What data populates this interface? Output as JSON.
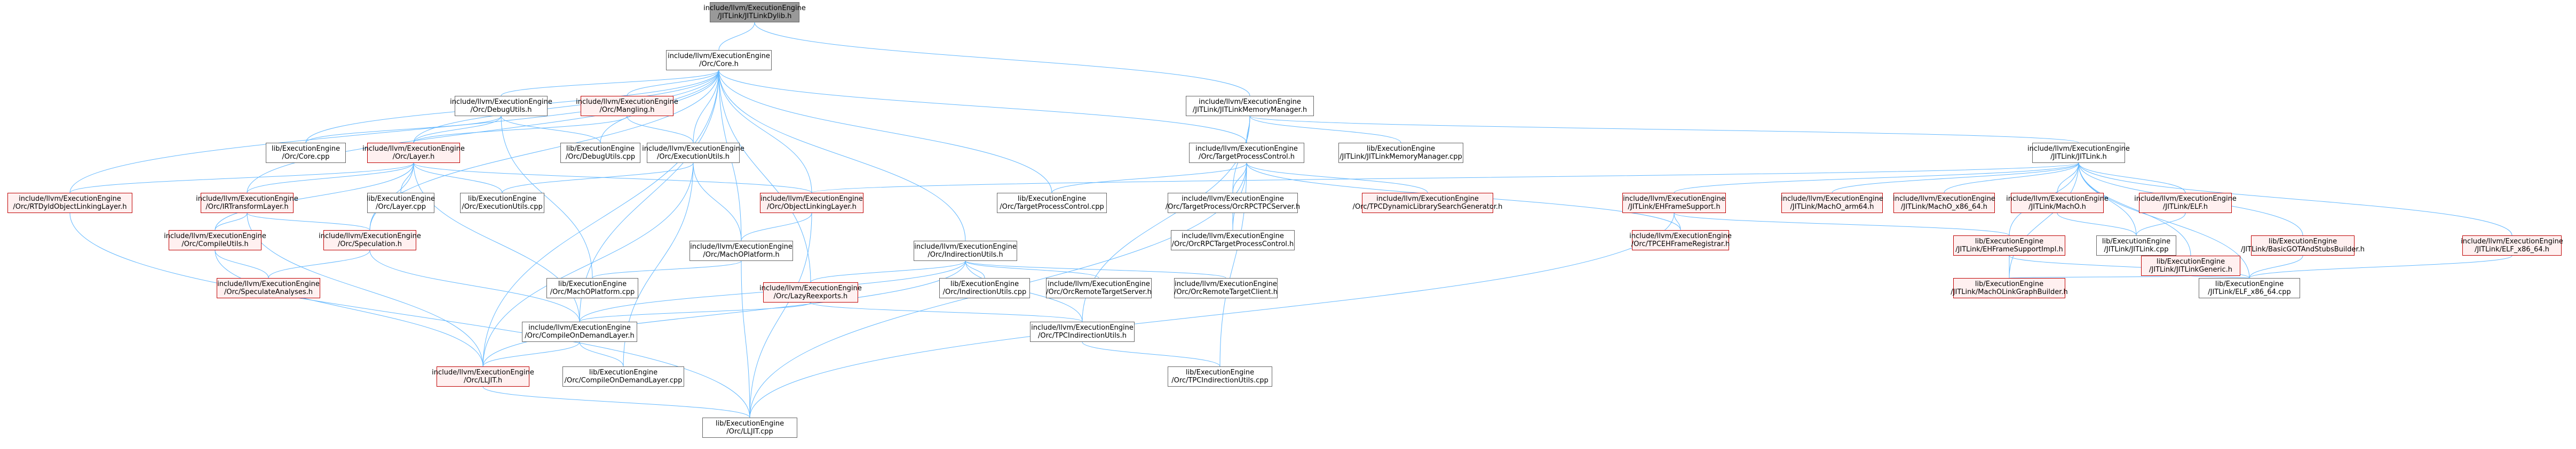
{
  "colors": {
    "edge": "#63b8ff",
    "node_border": "#666666",
    "red_border": "#bf0000",
    "red_fill": "#fff0f0",
    "root_fill": "#999999"
  },
  "nodes": [
    {
      "id": "root",
      "l1": "include/llvm/ExecutionEngine",
      "l2": "/JITLink/JITLinkDylib.h",
      "style": "root"
    },
    {
      "id": "core",
      "l1": "include/llvm/ExecutionEngine",
      "l2": "/Orc/Core.h",
      "style": "plain"
    },
    {
      "id": "jitlinkmm",
      "l1": "include/llvm/ExecutionEngine",
      "l2": "/JITLink/JITLinkMemoryManager.h",
      "style": "plain"
    },
    {
      "id": "debugutils",
      "l1": "include/llvm/ExecutionEngine",
      "l2": "/Orc/DebugUtils.h",
      "style": "plain"
    },
    {
      "id": "mangling",
      "l1": "include/llvm/ExecutionEngine",
      "l2": "/Orc/Mangling.h",
      "style": "red"
    },
    {
      "id": "corecpp",
      "l1": "lib/ExecutionEngine",
      "l2": "/Orc/Core.cpp",
      "style": "plain"
    },
    {
      "id": "debugutilscpp",
      "l1": "lib/ExecutionEngine",
      "l2": "/Orc/DebugUtils.cpp",
      "style": "plain"
    },
    {
      "id": "layer",
      "l1": "include/llvm/ExecutionEngine",
      "l2": "/Orc/Layer.h",
      "style": "red"
    },
    {
      "id": "executionutils",
      "l1": "include/llvm/ExecutionEngine",
      "l2": "/Orc/ExecutionUtils.h",
      "style": "plain"
    },
    {
      "id": "targetprocesscontrol",
      "l1": "include/llvm/ExecutionEngine",
      "l2": "/Orc/TargetProcessControl.h",
      "style": "plain"
    },
    {
      "id": "jitlinkmmcpp",
      "l1": "lib/ExecutionEngine",
      "l2": "/JITLink/JITLinkMemoryManager.cpp",
      "style": "plain"
    },
    {
      "id": "jitlinkh",
      "l1": "include/llvm/ExecutionEngine",
      "l2": "/JITLink/JITLink.h",
      "style": "plain"
    },
    {
      "id": "rtdyld",
      "l1": "include/llvm/ExecutionEngine",
      "l2": "/Orc/RTDyldObjectLinkingLayer.h",
      "style": "red"
    },
    {
      "id": "irtransform",
      "l1": "include/llvm/ExecutionEngine",
      "l2": "/Orc/IRTransformLayer.h",
      "style": "red"
    },
    {
      "id": "compileutils",
      "l1": "include/llvm/ExecutionEngine",
      "l2": "/Orc/CompileUtils.h",
      "style": "red"
    },
    {
      "id": "speculation",
      "l1": "include/llvm/ExecutionEngine",
      "l2": "/Orc/Speculation.h",
      "style": "red"
    },
    {
      "id": "speculateanalyses",
      "l1": "include/llvm/ExecutionEngine",
      "l2": "/Orc/SpeculateAnalyses.h",
      "style": "red"
    },
    {
      "id": "layercpp",
      "l1": "lib/ExecutionEngine",
      "l2": "/Orc/Layer.cpp",
      "style": "plain"
    },
    {
      "id": "executionutilscpp",
      "l1": "lib/ExecutionEngine",
      "l2": "/Orc/ExecutionUtils.cpp",
      "style": "plain"
    },
    {
      "id": "objectlinking",
      "l1": "include/llvm/ExecutionEngine",
      "l2": "/Orc/ObjectLinkingLayer.h",
      "style": "red"
    },
    {
      "id": "targetprocesscontrolcpp",
      "l1": "lib/ExecutionEngine",
      "l2": "/Orc/TargetProcessControl.cpp",
      "style": "plain"
    },
    {
      "id": "orcrpcserver",
      "l1": "include/llvm/ExecutionEngine",
      "l2": "/Orc/TargetProcess/OrcRPCTPCServer.h",
      "style": "plain"
    },
    {
      "id": "orcrpctpc",
      "l1": "include/llvm/ExecutionEngine",
      "l2": "/Orc/OrcRPCTargetProcessControl.h",
      "style": "plain"
    },
    {
      "id": "tpcdylib",
      "l1": "include/llvm/ExecutionEngine",
      "l2": "/Orc/TPCDynamicLibrarySearchGenerator.h",
      "style": "red"
    },
    {
      "id": "tpcehframe",
      "l1": "include/llvm/ExecutionEngine",
      "l2": "/Orc/TPCEHFrameRegistrar.h",
      "style": "red"
    },
    {
      "id": "ehframesupport",
      "l1": "include/llvm/ExecutionEngine",
      "l2": "/JITLink/EHFrameSupport.h",
      "style": "red"
    },
    {
      "id": "macho_arm64",
      "l1": "include/llvm/ExecutionEngine",
      "l2": "/JITLink/MachO_arm64.h",
      "style": "red"
    },
    {
      "id": "macho_x86",
      "l1": "include/llvm/ExecutionEngine",
      "l2": "/JITLink/MachO_x86_64.h",
      "style": "red"
    },
    {
      "id": "macho",
      "l1": "include/llvm/ExecutionEngine",
      "l2": "/JITLink/MachO.h",
      "style": "red"
    },
    {
      "id": "elfh",
      "l1": "include/llvm/ExecutionEngine",
      "l2": "/JITLink/ELF.h",
      "style": "red"
    },
    {
      "id": "elf_x86_h",
      "l1": "include/llvm/ExecutionEngine",
      "l2": "/JITLink/ELF_x86_64.h",
      "style": "red"
    },
    {
      "id": "machoplatform",
      "l1": "include/llvm/ExecutionEngine",
      "l2": "/Orc/MachOPlatform.h",
      "style": "plain"
    },
    {
      "id": "indirection",
      "l1": "include/llvm/ExecutionEngine",
      "l2": "/Orc/IndirectionUtils.h",
      "style": "plain"
    },
    {
      "id": "machoplatformcpp",
      "l1": "lib/ExecutionEngine",
      "l2": "/Orc/MachOPlatform.cpp",
      "style": "plain"
    },
    {
      "id": "lazyreexports",
      "l1": "include/llvm/ExecutionEngine",
      "l2": "/Orc/LazyReexports.h",
      "style": "red"
    },
    {
      "id": "indirectioncpp",
      "l1": "lib/ExecutionEngine",
      "l2": "/Orc/IndirectionUtils.cpp",
      "style": "plain"
    },
    {
      "id": "orcremoteserver",
      "l1": "include/llvm/ExecutionEngine",
      "l2": "/Orc/OrcRemoteTargetServer.h",
      "style": "plain"
    },
    {
      "id": "orcremoteclient",
      "l1": "include/llvm/ExecutionEngine",
      "l2": "/Orc/OrcRemoteTargetClient.h",
      "style": "plain"
    },
    {
      "id": "ehframesupportimpl",
      "l1": "lib/ExecutionEngine",
      "l2": "/JITLink/EHFrameSupportImpl.h",
      "style": "red"
    },
    {
      "id": "jitlinkcpp",
      "l1": "lib/ExecutionEngine",
      "l2": "/JITLink/JITLink.cpp",
      "style": "plain"
    },
    {
      "id": "jitlinkgeneric",
      "l1": "lib/ExecutionEngine",
      "l2": "/JITLink/JITLinkGeneric.h",
      "style": "red"
    },
    {
      "id": "basicgot",
      "l1": "lib/ExecutionEngine",
      "l2": "/JITLink/BasicGOTAndStubsBuilder.h",
      "style": "red"
    },
    {
      "id": "elf_x86_cpp",
      "l1": "lib/ExecutionEngine",
      "l2": "/JITLink/ELF_x86_64.cpp",
      "style": "plain"
    },
    {
      "id": "macholinkgraph",
      "l1": "lib/ExecutionEngine",
      "l2": "/JITLink/MachOLinkGraphBuilder.h",
      "style": "red"
    },
    {
      "id": "compileondemand",
      "l1": "include/llvm/ExecutionEngine",
      "l2": "/Orc/CompileOnDemandLayer.h",
      "style": "plain"
    },
    {
      "id": "tpcindirection",
      "l1": "include/llvm/ExecutionEngine",
      "l2": "/Orc/TPCIndirectionUtils.h",
      "style": "plain"
    },
    {
      "id": "lljit",
      "l1": "include/llvm/ExecutionEngine",
      "l2": "/Orc/LLJIT.h",
      "style": "red"
    },
    {
      "id": "compileondemandcpp",
      "l1": "lib/ExecutionEngine",
      "l2": "/Orc/CompileOnDemandLayer.cpp",
      "style": "plain"
    },
    {
      "id": "tpcindirectioncpp",
      "l1": "lib/ExecutionEngine",
      "l2": "/Orc/TPCIndirectionUtils.cpp",
      "style": "plain"
    },
    {
      "id": "lljitcpp",
      "l1": "lib/ExecutionEngine",
      "l2": "/Orc/LLJIT.cpp",
      "style": "plain"
    }
  ],
  "edges": [
    [
      "root",
      "core"
    ],
    [
      "root",
      "jitlinkmm"
    ],
    [
      "core",
      "debugutils"
    ],
    [
      "core",
      "mangling"
    ],
    [
      "core",
      "corecpp"
    ],
    [
      "core",
      "debugutilscpp"
    ],
    [
      "core",
      "layer"
    ],
    [
      "core",
      "execututils_dummy"
    ],
    [
      "core",
      "execututils"
    ],
    [
      "core",
      "execututils2"
    ],
    [
      "core",
      "executionutils"
    ],
    [
      "core",
      "targetprocesscontrol"
    ],
    [
      "core",
      "rtdyld"
    ],
    [
      "core",
      "irtransform"
    ],
    [
      "core",
      "speculation"
    ],
    [
      "core",
      "objectlinking"
    ],
    [
      "core",
      "machoplatform"
    ],
    [
      "core",
      "indirection"
    ],
    [
      "core",
      "lazyreexports"
    ],
    [
      "core",
      "targetprocesscontrolcpp"
    ],
    [
      "core",
      "compileondemand"
    ],
    [
      "core",
      "lljit"
    ],
    [
      "jitlinkmm",
      "targetprocesscontrol"
    ],
    [
      "jitlinkmm",
      "jitlinkmmcpp"
    ],
    [
      "jitlinkmm",
      "jitlinkh"
    ],
    [
      "jitlinkmm",
      "tpcindirection"
    ],
    [
      "jitlinkmm",
      "orcrpcserver"
    ],
    [
      "debugutils",
      "corecpp"
    ],
    [
      "debugutils",
      "debugutilscpp"
    ],
    [
      "debugutils",
      "layer"
    ],
    [
      "debugutils",
      "machoplatformcpp"
    ],
    [
      "mangling",
      "layer"
    ],
    [
      "mangling",
      "executionutils"
    ],
    [
      "layer",
      "rtdyld"
    ],
    [
      "layer",
      "irtransform"
    ],
    [
      "layer",
      "compileutils"
    ],
    [
      "layer",
      "speculation"
    ],
    [
      "layer",
      "layercpp"
    ],
    [
      "layer",
      "executionutilscpp"
    ],
    [
      "layer",
      "objectlinking"
    ],
    [
      "layer",
      "compileondemand"
    ],
    [
      "execututils",
      "layercpp"
    ],
    [
      "executionutils",
      "executionutilscpp"
    ],
    [
      "executionutils",
      "machoplatform"
    ],
    [
      "executionutils",
      "lljit"
    ],
    [
      "executionutils",
      "compileondemandcpp"
    ],
    [
      "targetprocesscontrol",
      "targetprocesscontrolcpp"
    ],
    [
      "targetprocesscontrol",
      "orcrpcserver"
    ],
    [
      "targetprocesscontrol",
      "orcrpctpc"
    ],
    [
      "targetprocesscontrol",
      "tpcdylib"
    ],
    [
      "targetprocesscontrol",
      "tpcehframe"
    ],
    [
      "targetprocesscontrol",
      "tpcindirectioncpp"
    ],
    [
      "targetprocesscontrol",
      "lljitcpp"
    ],
    [
      "jitlinkh",
      "objectlinking"
    ],
    [
      "jitlinkh",
      "ehframesupport"
    ],
    [
      "jitlinkh",
      "macho_arm64"
    ],
    [
      "jitlinkh",
      "macho_x86"
    ],
    [
      "jitlinkh",
      "macho"
    ],
    [
      "jitlinkh",
      "elfh"
    ],
    [
      "jitlinkh",
      "elf_x86_h"
    ],
    [
      "jitlinkh",
      "ehframesupportimpl"
    ],
    [
      "jitlinkh",
      "jitlinkcpp"
    ],
    [
      "jitlinkh",
      "jitlinkgeneric"
    ],
    [
      "jitlinkh",
      "basicgot"
    ],
    [
      "jitlinkh",
      "elf_x86_cpp"
    ],
    [
      "jitlinkh",
      "macholinkgraph"
    ],
    [
      "rtdyld",
      "lljitcpp"
    ],
    [
      "irtransform",
      "compileutils"
    ],
    [
      "irtransform",
      "speculation"
    ],
    [
      "irtransform",
      "lljit"
    ],
    [
      "compileutils",
      "speculateanalyses"
    ],
    [
      "compileutils",
      "lljit"
    ],
    [
      "speculation",
      "speculateanalyses"
    ],
    [
      "speculation",
      "compileondemand"
    ],
    [
      "objectlinking",
      "machoplatform"
    ],
    [
      "objectlinking",
      "lljitcpp"
    ],
    [
      "orcrpcserver",
      "orcrpctpc"
    ],
    [
      "ehframesupport",
      "tpcehframe"
    ],
    [
      "ehframesupport",
      "ehframesupportimpl"
    ],
    [
      "ehframesupport",
      "lljitcpp"
    ],
    [
      "macho",
      "jitlinkcpp"
    ],
    [
      "elfh",
      "jitlinkcpp"
    ],
    [
      "elf_x86_h",
      "elf_x86_cpp"
    ],
    [
      "machoplatform",
      "machoplatformcpp"
    ],
    [
      "machoplatform",
      "lljitcpp"
    ],
    [
      "indirection",
      "lazyreexports"
    ],
    [
      "indirection",
      "indirectioncpp"
    ],
    [
      "indirection",
      "orcremoteserver"
    ],
    [
      "indirection",
      "orcremoteclient"
    ],
    [
      "indirection",
      "compileondemand"
    ],
    [
      "indirection",
      "tpcindirection"
    ],
    [
      "indirection",
      "lljit"
    ],
    [
      "lazyreexports",
      "compileondemand"
    ],
    [
      "lazyreexports",
      "tpcindirection"
    ],
    [
      "ehframesupportimpl",
      "elf_x86_cpp"
    ],
    [
      "ehframesupportimpl",
      "macholinkgraph"
    ],
    [
      "jitlinkgeneric",
      "elf_x86_cpp"
    ],
    [
      "jitlinkgeneric",
      "macholinkgraph"
    ],
    [
      "basicgot",
      "elf_x86_cpp"
    ],
    [
      "compileondemand",
      "lljit"
    ],
    [
      "compileondemand",
      "compileondemandcpp"
    ],
    [
      "tpcindirection",
      "tpcindirectioncpp"
    ],
    [
      "lljit",
      "lljitcpp"
    ]
  ]
}
